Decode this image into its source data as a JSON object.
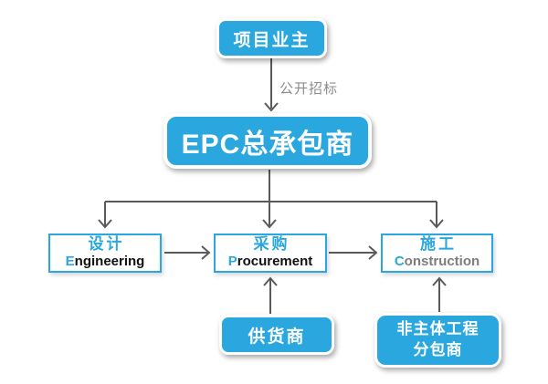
{
  "colors": {
    "box_blue": "#29a7de",
    "connector_gray": "#5a5a5a",
    "bid_label_gray": "#8c8c8c",
    "en_text_dark": "#111111",
    "construction_text_gray": "#7d7d7d"
  },
  "diagram": {
    "owner": {
      "label": "项目业主"
    },
    "bid_arrow_label": "公开招标",
    "epc": {
      "label": "EPC总承包商"
    },
    "stages": [
      {
        "zh": "设计",
        "en_initial": "E",
        "en_rest": "ngineering"
      },
      {
        "zh": "采购",
        "en_initial": "P",
        "en_rest": "rocurement"
      },
      {
        "zh": "施工",
        "en_initial": "C",
        "en_rest": "onstruction"
      }
    ],
    "supplier": {
      "label": "供货商"
    },
    "subcontractor": {
      "label_line1": "非主体工程",
      "label_line2": "分包商"
    }
  }
}
